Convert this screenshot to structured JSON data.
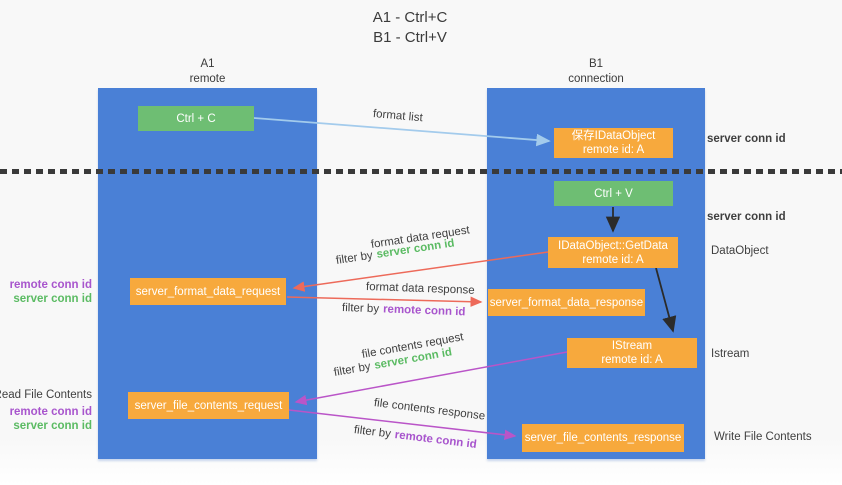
{
  "title": {
    "line1": "A1 - Ctrl+C",
    "line2": "B1 - Ctrl+V"
  },
  "columns": {
    "left": {
      "name": "A1",
      "role": "remote"
    },
    "right": {
      "name": "B1",
      "role": "connection"
    }
  },
  "boxes": {
    "ctrl_c": "Ctrl + C",
    "ctrl_v": "Ctrl + V",
    "save_dataobject_line1": "保存IDataObject",
    "save_dataobject_line2": "remote id: A",
    "getdata_line1": "IDataObject::GetData",
    "getdata_line2": "remote id: A",
    "istream_line1": "IStream",
    "istream_line2": "remote id: A",
    "format_request": "server_format_data_request",
    "format_response": "server_format_data_response",
    "file_request": "server_file_contents_request",
    "file_response": "server_file_contents_response"
  },
  "arrow_labels": {
    "format_list": "format list",
    "format_data_request": "format data request",
    "format_data_response": "format data response",
    "file_contents_request": "file contents request",
    "file_contents_response": "file contents response",
    "filter_by": "filter by",
    "server_conn_id": "server conn id",
    "remote_conn_id": "remote conn id"
  },
  "side_labels": {
    "server_conn_id_top": "server conn id",
    "server_conn_id_mid": "server conn id",
    "dataobject": "DataObject",
    "istream": "Istream",
    "read_file_contents": "Read File Contents",
    "write_file_contents": "Write File Contents",
    "remote_conn_id": "remote conn id",
    "server_conn_id": "server conn id"
  },
  "colors": {
    "column_blue": "#4a80d6",
    "box_orange": "#f7a93d",
    "box_green": "#6ebe73",
    "green_text": "#5bbb63",
    "purple_text": "#a855cd",
    "salmon_arrow": "#ed6a5a",
    "magenta_arrow": "#ba55c8",
    "light_blue_arrow": "#a3cbec",
    "black_arrow": "#2b2b2b"
  }
}
